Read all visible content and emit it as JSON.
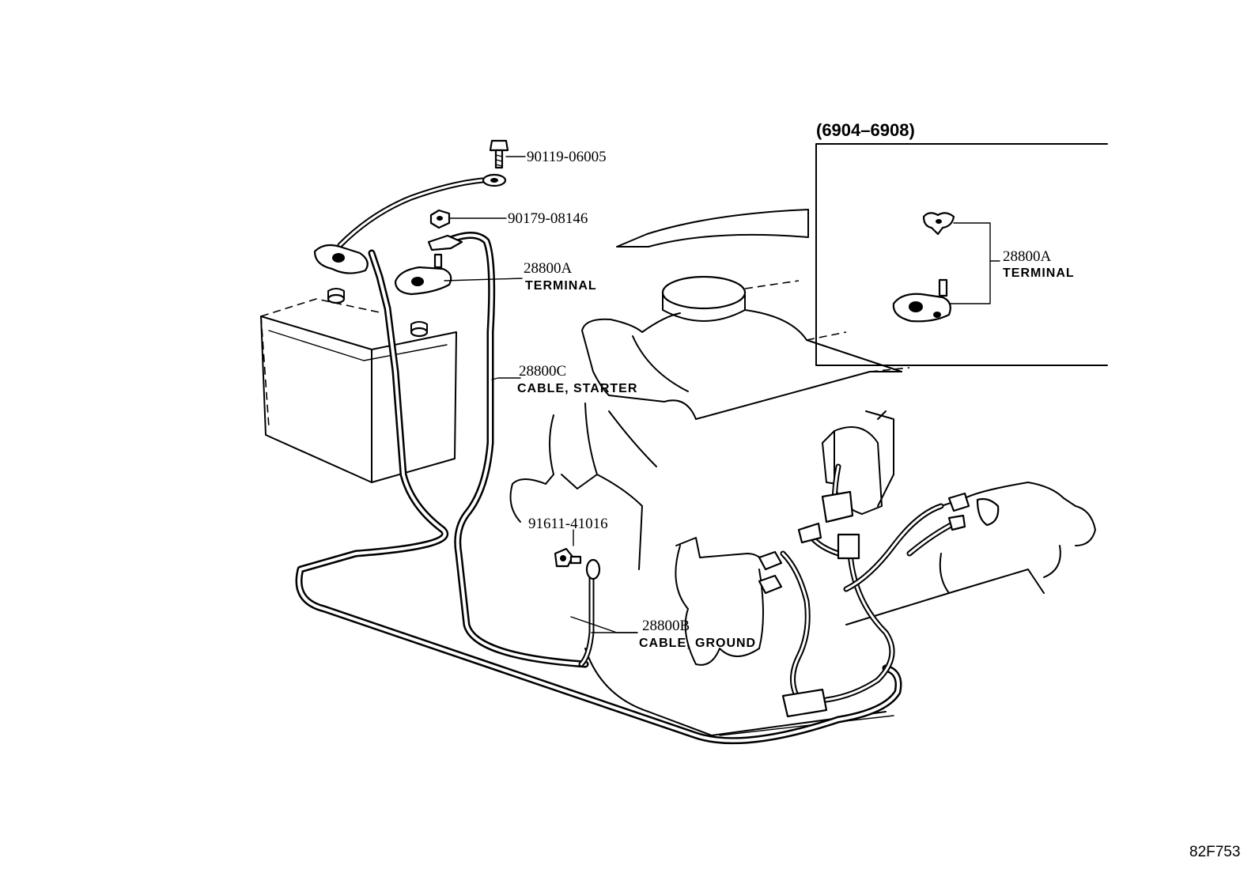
{
  "inset": {
    "header": "(6904–6908)",
    "part_number": "28800A",
    "part_name": "TERMINAL"
  },
  "callouts": {
    "bolt": "90119-06005",
    "nut": "90179-08146",
    "terminal_number": "28800A",
    "terminal_name": "TERMINAL",
    "starter_cable_number": "28800C",
    "starter_cable_name": "CABLE, STARTER",
    "ground_bolt": "91611-41016",
    "ground_cable_number": "28800B",
    "ground_cable_name": "CABLE, GROUND"
  },
  "figure_ref": "82F753"
}
